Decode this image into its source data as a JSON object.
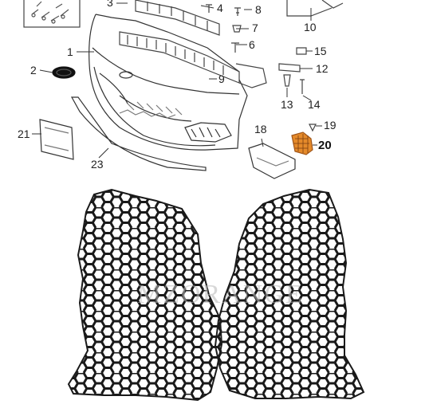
{
  "diagram": {
    "callouts": [
      {
        "id": "1",
        "label": "1"
      },
      {
        "id": "2",
        "label": "2"
      },
      {
        "id": "3",
        "label": "3"
      },
      {
        "id": "4",
        "label": "4"
      },
      {
        "id": "6",
        "label": "6"
      },
      {
        "id": "7",
        "label": "7"
      },
      {
        "id": "8",
        "label": "8"
      },
      {
        "id": "9",
        "label": "9"
      },
      {
        "id": "10",
        "label": "10"
      },
      {
        "id": "12",
        "label": "12"
      },
      {
        "id": "13",
        "label": "13"
      },
      {
        "id": "14",
        "label": "14"
      },
      {
        "id": "15",
        "label": "15"
      },
      {
        "id": "18",
        "label": "18"
      },
      {
        "id": "19",
        "label": "19"
      },
      {
        "id": "20",
        "label": "20",
        "highlighted": true
      },
      {
        "id": "21",
        "label": "21"
      },
      {
        "id": "23",
        "label": "23"
      }
    ],
    "highlight_color": "#e58a2a"
  },
  "product": {
    "watermark": "MZORANGE",
    "mesh_color": "#1a1a1a"
  }
}
